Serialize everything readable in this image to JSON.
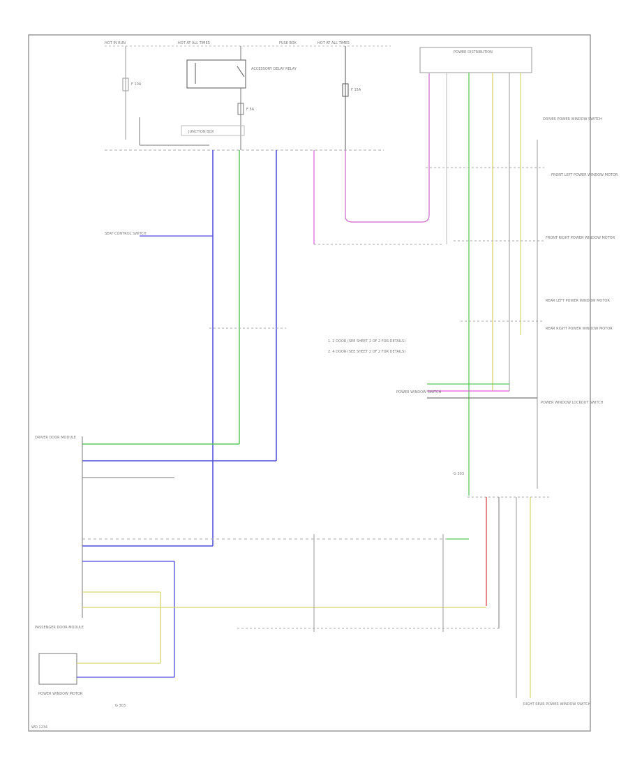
{
  "diagram_labels": {
    "hot_in_run": "HOT IN RUN",
    "hot_at_all_times": "HOT AT ALL TIMES",
    "hot_at_all_times_2": "HOT AT ALL TIMES",
    "fuse_box": "FUSE BOX",
    "fuse_a": "F 10A",
    "fuse_b": "F 5A",
    "fuse_c": "F 15A",
    "relay_label": "ACCESSORY DELAY RELAY",
    "power_dist": "POWER DISTRIBUTION",
    "junction_left": "JUNCTION BOX",
    "seat_control": "SEAT CONTROL SWITCH",
    "note_1": "1. 2 DOOR (SEE SHEET 2 OF 2 FOR DETAILS)",
    "note_2": "2. 4 DOOR (SEE SHEET 2 OF 2 FOR DETAILS)",
    "module_left": "DRIVER DOOR MODULE",
    "module_left_2": "PASSENGER DOOR MODULE",
    "lower_box": "POWER WINDOW MOTOR",
    "ground_label": "G 303",
    "bottom_module": "RIGHT REAR POWER WINDOW SWITCH",
    "right_1": "DRIVER POWER WINDOW SWITCH",
    "right_2": "FRONT LEFT POWER WINDOW MOTOR",
    "right_3": "FRONT RIGHT POWER WINDOW MOTOR",
    "right_4": "REAR LEFT POWER WINDOW MOTOR",
    "right_5": "REAR RIGHT POWER WINDOW MOTOR",
    "right_6": "POWER WINDOW LOCKOUT SWITCH",
    "left_connector": "POWER WINDOW SWITCH",
    "footer_code": "WD 1234"
  },
  "colors": {
    "wire_gray": "#9a9a9a",
    "wire_dark": "#555555",
    "wire_blue": "#4b4bdb",
    "wire_green": "#5cc85c",
    "wire_pink": "#e05ce0",
    "wire_yellow": "#d6d66a",
    "wire_red": "#d94a4a"
  }
}
